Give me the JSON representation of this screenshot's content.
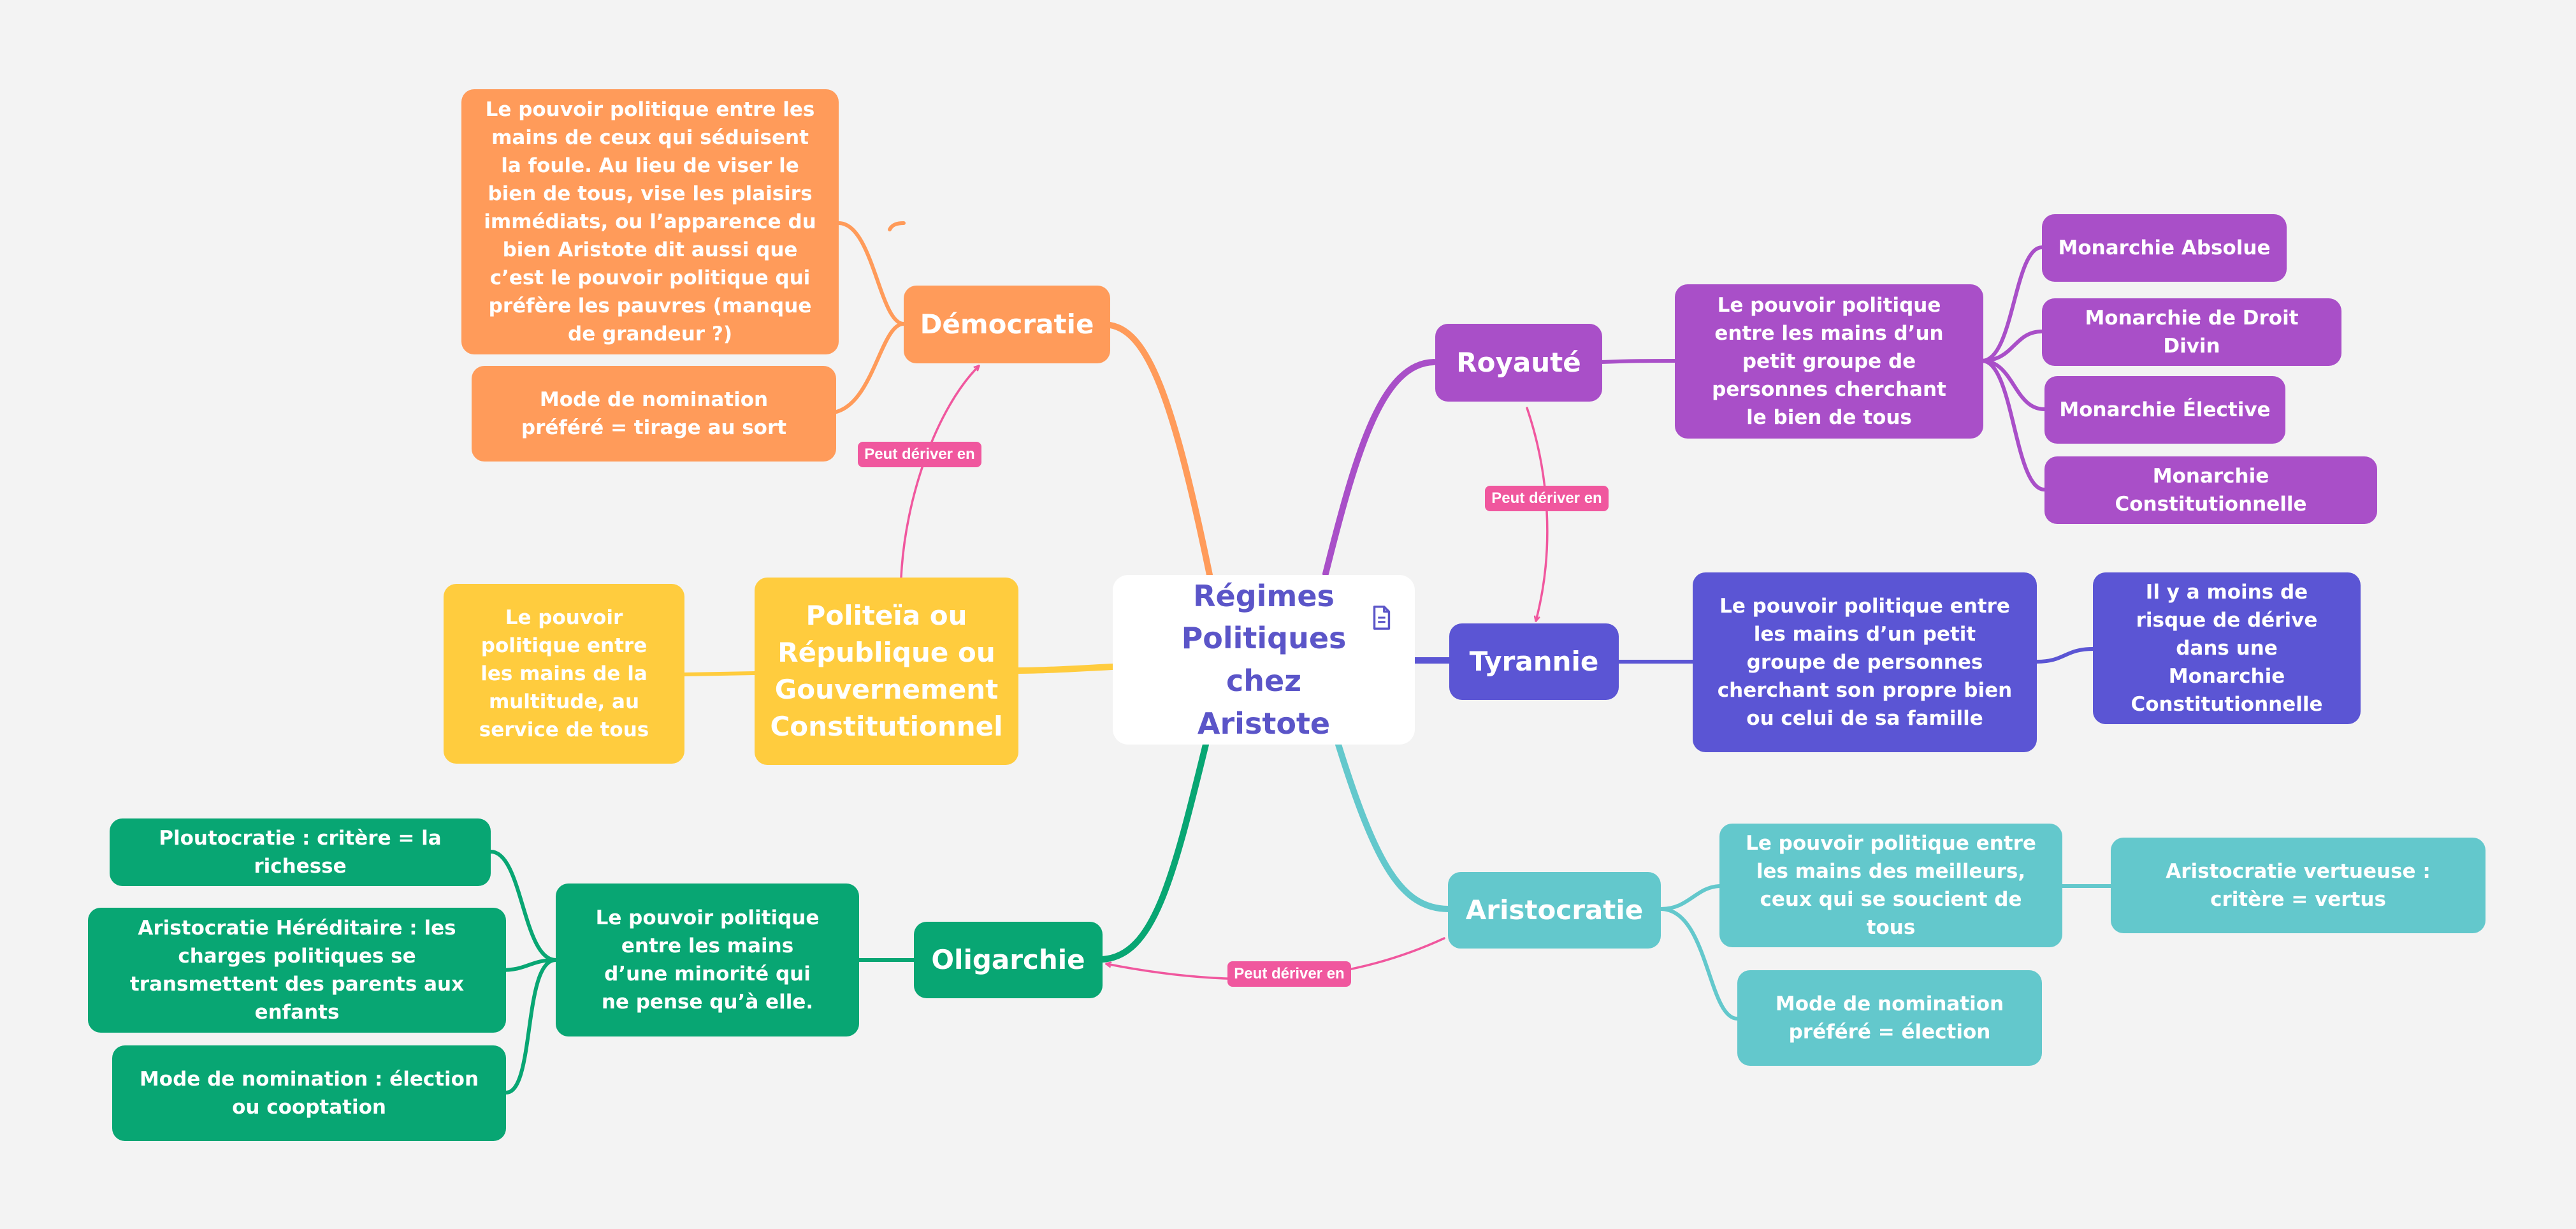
{
  "center": {
    "title": "Régimes Politiques chez Aristote",
    "icon": "document-icon"
  },
  "relation_label": "Peut dériver en",
  "democratie": {
    "title": "Démocratie",
    "definition": "Le pouvoir politique entre les mains de ceux qui séduisent la foule. Au lieu de viser le bien de tous, vise les plaisirs immédiats, ou l’apparence du bien Aristote dit aussi que c’est le pouvoir politique qui préfère les pauvres (manque de grandeur ?)",
    "nomination": "Mode de nomination préféré = tirage au sort"
  },
  "politeia": {
    "title": "Politeïa ou République ou Gouvernement Constitutionnel",
    "definition": "Le pouvoir politique entre les mains de la multitude, au service de tous"
  },
  "oligarchie": {
    "title": "Oligarchie",
    "definition": "Le pouvoir politique entre les mains d’une minorité qui ne pense qu’à elle.",
    "children": [
      "Ploutocratie : critère = la richesse",
      "Aristocratie Héréditaire : les charges politiques se transmettent des parents aux enfants",
      "Mode de nomination : élection ou cooptation"
    ]
  },
  "royaute": {
    "title": "Royauté",
    "definition": "Le pouvoir politique entre les mains d’un petit groupe de personnes cherchant le bien de tous",
    "children": [
      "Monarchie Absolue",
      "Monarchie de Droit Divin",
      "Monarchie Élective",
      "Monarchie Constitutionnelle"
    ]
  },
  "tyrannie": {
    "title": "Tyrannie",
    "definition": "Le pouvoir politique entre les mains d’un petit groupe de personnes cherchant son propre bien ou celui de sa famille",
    "note": "Il y a moins de risque de dérive dans une Monarchie Constitutionnelle"
  },
  "aristocratie": {
    "title": "Aristocratie",
    "definition": "Le pouvoir politique entre les mains des meilleurs, ceux qui se soucient de tous",
    "vertueuse": "Aristocratie vertueuse : critère = vertus",
    "nomination": "Mode de nomination préféré = élection"
  },
  "colors": {
    "democratie": "#ff9b5a",
    "politeia": "#ffcc3e",
    "oligarchie": "#08a673",
    "royaute": "#a94fc8",
    "tyrannie": "#5b55d4",
    "aristocratie": "#63c8cc",
    "relation": "#f0579e",
    "center_text": "#5b55c8"
  }
}
